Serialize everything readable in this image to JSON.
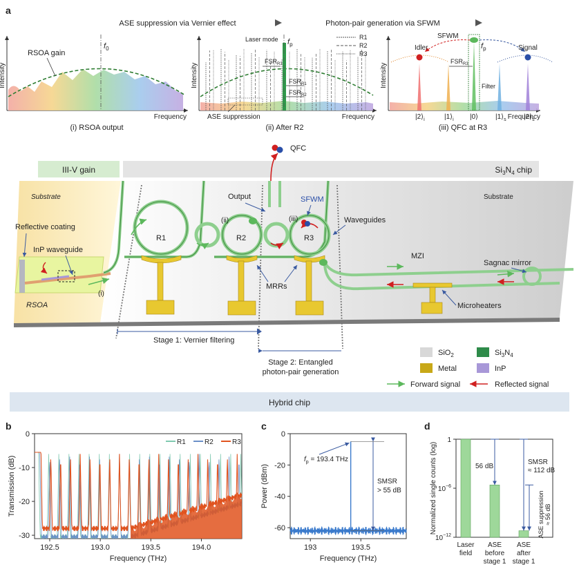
{
  "panel_labels": {
    "a": "a",
    "b": "b",
    "c": "c",
    "d": "d"
  },
  "top": {
    "banner_left": "ASE suppression via Vernier effect",
    "banner_right": "Photon-pair generation via SFWM",
    "y_label": "Intensity",
    "x_label": "Frequency",
    "panel1": {
      "caption": "(i) RSOA output",
      "gain_label": "RSOA gain",
      "marker": "f",
      "marker_sub": "0"
    },
    "panel2": {
      "caption": "(ii) After R2",
      "laser_mode": "Laser mode",
      "marker": "f",
      "marker_sub": "p",
      "legend": [
        "R1",
        "R2",
        "R3"
      ],
      "fsr_r3": "FSR",
      "fsr_r3_sub": "R3",
      "fsr_r1": "FSR",
      "fsr_r1_sub": "R1",
      "fsr_r2": "FSR",
      "fsr_r2_sub": "R2",
      "ase": "ASE suppression"
    },
    "panel3": {
      "caption": "(iii) QFC at R3",
      "sfwm": "SFWM",
      "idler": "Idler",
      "signal": "Signal",
      "marker": "f",
      "marker_sub": "p",
      "fsr": "FSR",
      "fsr_sub": "R3",
      "filter": "Filter",
      "ticks": [
        [
          "|2⟩",
          "i"
        ],
        [
          "|1⟩",
          "i"
        ],
        [
          "|0⟩",
          ""
        ],
        [
          "|1⟩",
          "s"
        ],
        [
          "|2⟩",
          "s"
        ]
      ]
    }
  },
  "chip": {
    "qfc": "QFC",
    "iii_v": "III-V gain",
    "si3n4": "Si",
    "si3n4_s1": "3",
    "si3n4_n": "N",
    "si3n4_s2": "4",
    "si3n4_tail": " chip",
    "substrate_left": "Substrate",
    "substrate_right": "Substrate",
    "reflective": "Reflective coating",
    "inp_wg": "InP waveguide",
    "rsoa": "RSOA",
    "i_mark": "(i)",
    "ii_mark": "(ii)",
    "iii_mark": "(iii)",
    "r1": "R1",
    "r2": "R2",
    "r3": "R3",
    "output": "Output",
    "sfwm": "SFWM",
    "waveguides": "Waveguides",
    "mrrs": "MRRs",
    "mzi": "MZI",
    "sagnac": "Sagnac mirror",
    "microheaters": "Microheaters",
    "stage1": "Stage 1:  Vernier filtering",
    "stage2_a": "Stage 2: Entangled",
    "stage2_b": "photon-pair generation",
    "legend": {
      "sio2": "SiO",
      "sio2_sub": "2",
      "si3n4": "Si",
      "si3n4_s1": "3",
      "si3n4_n": "N",
      "si3n4_s2": "4",
      "metal": "Metal",
      "inp": "InP",
      "forward": "Forward signal",
      "reflected": "Reflected signal"
    },
    "hybrid": "Hybrid chip"
  },
  "colors": {
    "green": "#7fc97f",
    "red": "#d02020",
    "metal": "#c8a818",
    "inp": "#a898d8",
    "sio2": "#d8d8d8",
    "si3n4": "#2e8b4a",
    "banner": "#dde6f0"
  },
  "chart_data": [
    {
      "type": "line",
      "xlabel": "Frequency (THz)",
      "ylabel": "Transmission (dB)",
      "xlim": [
        192.35,
        194.4
      ],
      "ylim": [
        -31,
        0
      ],
      "xticks": [
        "192.5",
        "193.0",
        "193.5",
        "194.0"
      ],
      "yticks": [
        "0",
        "-10",
        "-20",
        "-30"
      ],
      "legend": [
        "R1",
        "R2",
        "R3"
      ],
      "series_colors": [
        "#7fc9b0",
        "#6a8fc8",
        "#e0531f"
      ]
    },
    {
      "type": "line",
      "xlabel": "Frequency (THz)",
      "ylabel": "Power (dBm)",
      "xlim": [
        192.8,
        193.95
      ],
      "ylim": [
        -67,
        0
      ],
      "xticks": [
        "193",
        "193.5"
      ],
      "yticks": [
        "0",
        "-20",
        "-40",
        "-60"
      ],
      "peak": {
        "x": 193.4,
        "y": -5
      },
      "noise_floor": -62,
      "annotation_fp": "f",
      "annotation_fp_sub": "p",
      "annotation_fp_val": " = 193.4 THz",
      "smsr": "SMSR",
      "smsr_val": "> 55 dB"
    },
    {
      "type": "bar",
      "ylabel": "Normalized single counts (log)",
      "categories": [
        [
          "Laser",
          "field"
        ],
        [
          "ASE",
          "before",
          "stage 1"
        ],
        [
          "ASE",
          "after",
          "stage 1"
        ]
      ],
      "values_log10": [
        0,
        -5.6,
        -11.2
      ],
      "ylim_log10": [
        -12,
        0
      ],
      "yticks": [
        "1",
        "10",
        "10"
      ],
      "ytick_exp": [
        "",
        "−6",
        "−12"
      ],
      "ann_56": "56 dB",
      "ann_smsr": "SMSR",
      "ann_smsr_val": "≈ 112 dB",
      "ann_ase": "ASE suppression",
      "ann_ase_val": "≈ 56 dB"
    }
  ]
}
